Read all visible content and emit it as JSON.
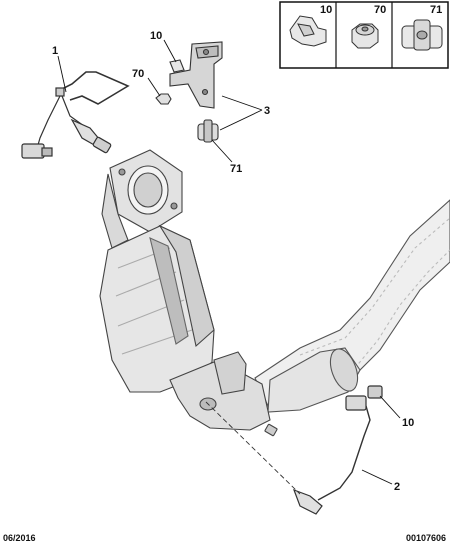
{
  "inset": {
    "labels": [
      "10",
      "70",
      "71"
    ]
  },
  "callouts": {
    "c1": "1",
    "c10_top": "10",
    "c70": "70",
    "c3": "3",
    "c71": "71",
    "c10_bottom": "10",
    "c2": "2"
  },
  "footer": {
    "date": "06/2016",
    "reference": "00107606"
  }
}
